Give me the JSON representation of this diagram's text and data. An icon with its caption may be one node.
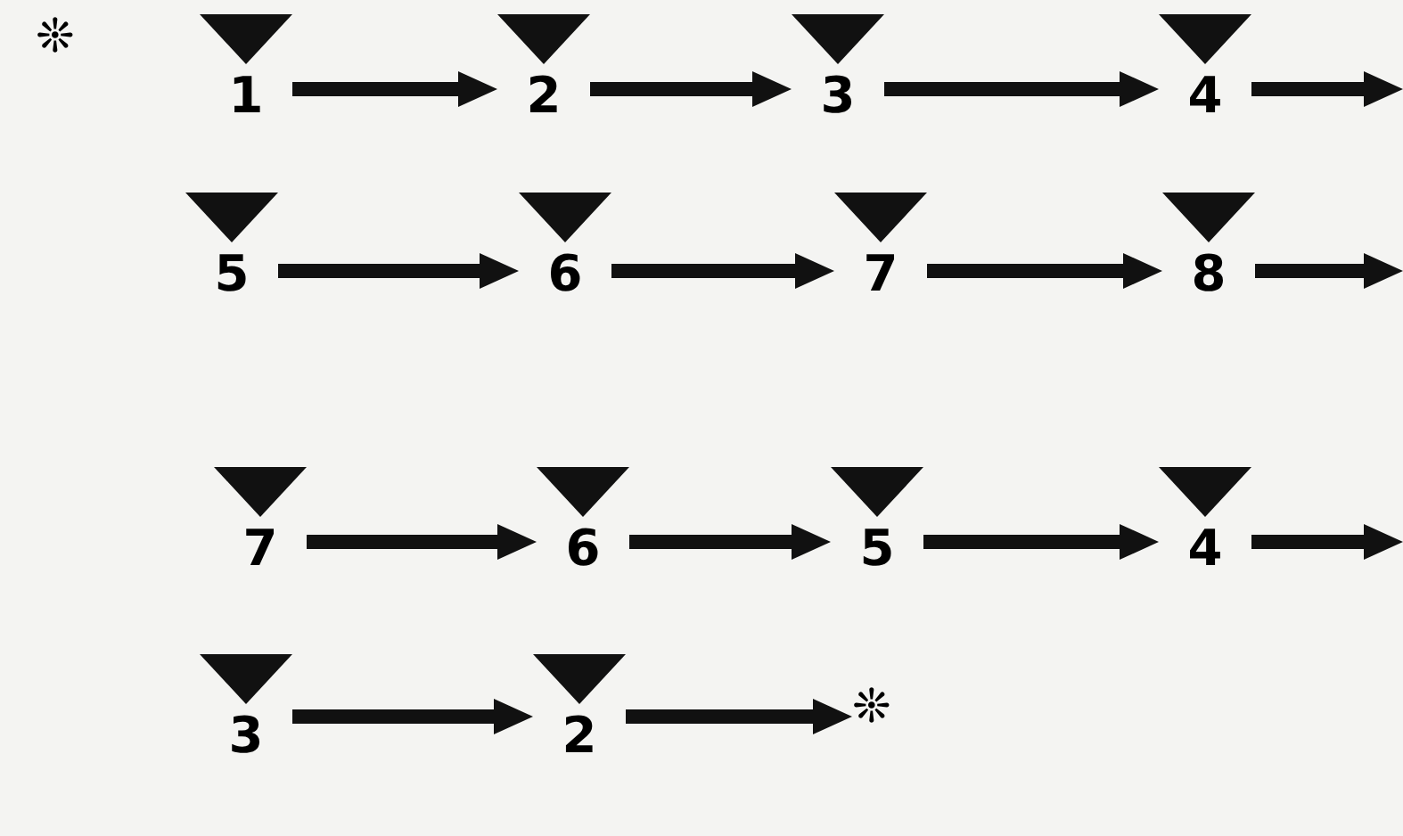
{
  "diagram": {
    "nodes": [
      {
        "text": [
          "1"
        ]
      },
      {
        "text": [
          "2"
        ]
      },
      {
        "text": [
          "3"
        ]
      },
      {
        "text": [
          "4"
        ]
      },
      {
        "text": [
          "5"
        ]
      },
      {
        "text": [
          "6"
        ]
      },
      {
        "text": [
          "7"
        ]
      },
      {
        "text": [
          "8"
        ]
      },
      {
        "text": [
          "7"
        ]
      },
      {
        "text": [
          "6"
        ]
      },
      {
        "text": [
          "5"
        ]
      },
      {
        "text": [
          "4"
        ]
      },
      {
        "text": [
          "3"
        ]
      },
      {
        "text": [
          "2"
        ]
      },
      {
        "text": [
          "❊"
        ]
      }
    ],
    "edges": [
      {
        "from": 0,
        "to": 1,
        "arrow": "to"
      },
      {
        "from": 1,
        "to": 2,
        "arrow": "to"
      },
      {
        "from": 2,
        "to": 3,
        "arrow": "to"
      },
      {
        "from": 3,
        "to": null,
        "arrow": "to"
      },
      {
        "from": 4,
        "to": 5,
        "arrow": "to"
      },
      {
        "from": 5,
        "to": 6,
        "arrow": "to"
      },
      {
        "from": 6,
        "to": 7,
        "arrow": "to"
      },
      {
        "from": 7,
        "to": null,
        "arrow": "to"
      },
      {
        "from": 8,
        "to": 9,
        "arrow": "to"
      },
      {
        "from": 9,
        "to": 10,
        "arrow": "to"
      },
      {
        "from": 10,
        "to": 11,
        "arrow": "to"
      },
      {
        "from": 11,
        "to": null,
        "arrow": "to"
      },
      {
        "from": 12,
        "to": 13,
        "arrow": "to"
      },
      {
        "from": 13,
        "to": 14,
        "arrow": "to"
      }
    ],
    "labels": [
      "❊"
    ]
  }
}
